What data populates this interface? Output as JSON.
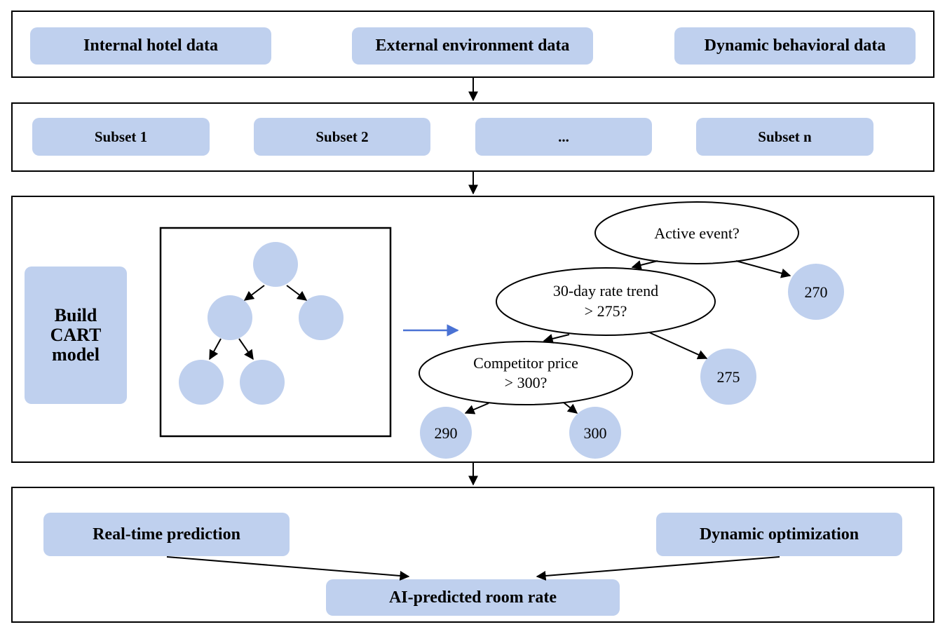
{
  "inputs": {
    "internal": "Internal hotel data",
    "external": "External environment data",
    "dynamic": "Dynamic behavioral data"
  },
  "subsets": {
    "s1": "Subset 1",
    "s2": "Subset 2",
    "ellipsis": "...",
    "sn": "Subset n"
  },
  "cart": {
    "build_line1": "Build",
    "build_line2": "CART",
    "build_line3": "model",
    "node_root": "Active event?",
    "node_mid_line1": "30-day rate trend",
    "node_mid_line2": "> 275?",
    "node_low_line1": "Competitor price",
    "node_low_line2": "> 300?",
    "leaf_270": "270",
    "leaf_275": "275",
    "leaf_290": "290",
    "leaf_300": "300"
  },
  "output": {
    "realtime": "Real-time prediction",
    "optimization": "Dynamic optimization",
    "result": "AI-predicted room rate"
  },
  "colors": {
    "pill_fill": "#bfd0ee",
    "node_fill": "#bfd0ee",
    "accent_arrow": "#4a72d4",
    "border": "#000000"
  }
}
